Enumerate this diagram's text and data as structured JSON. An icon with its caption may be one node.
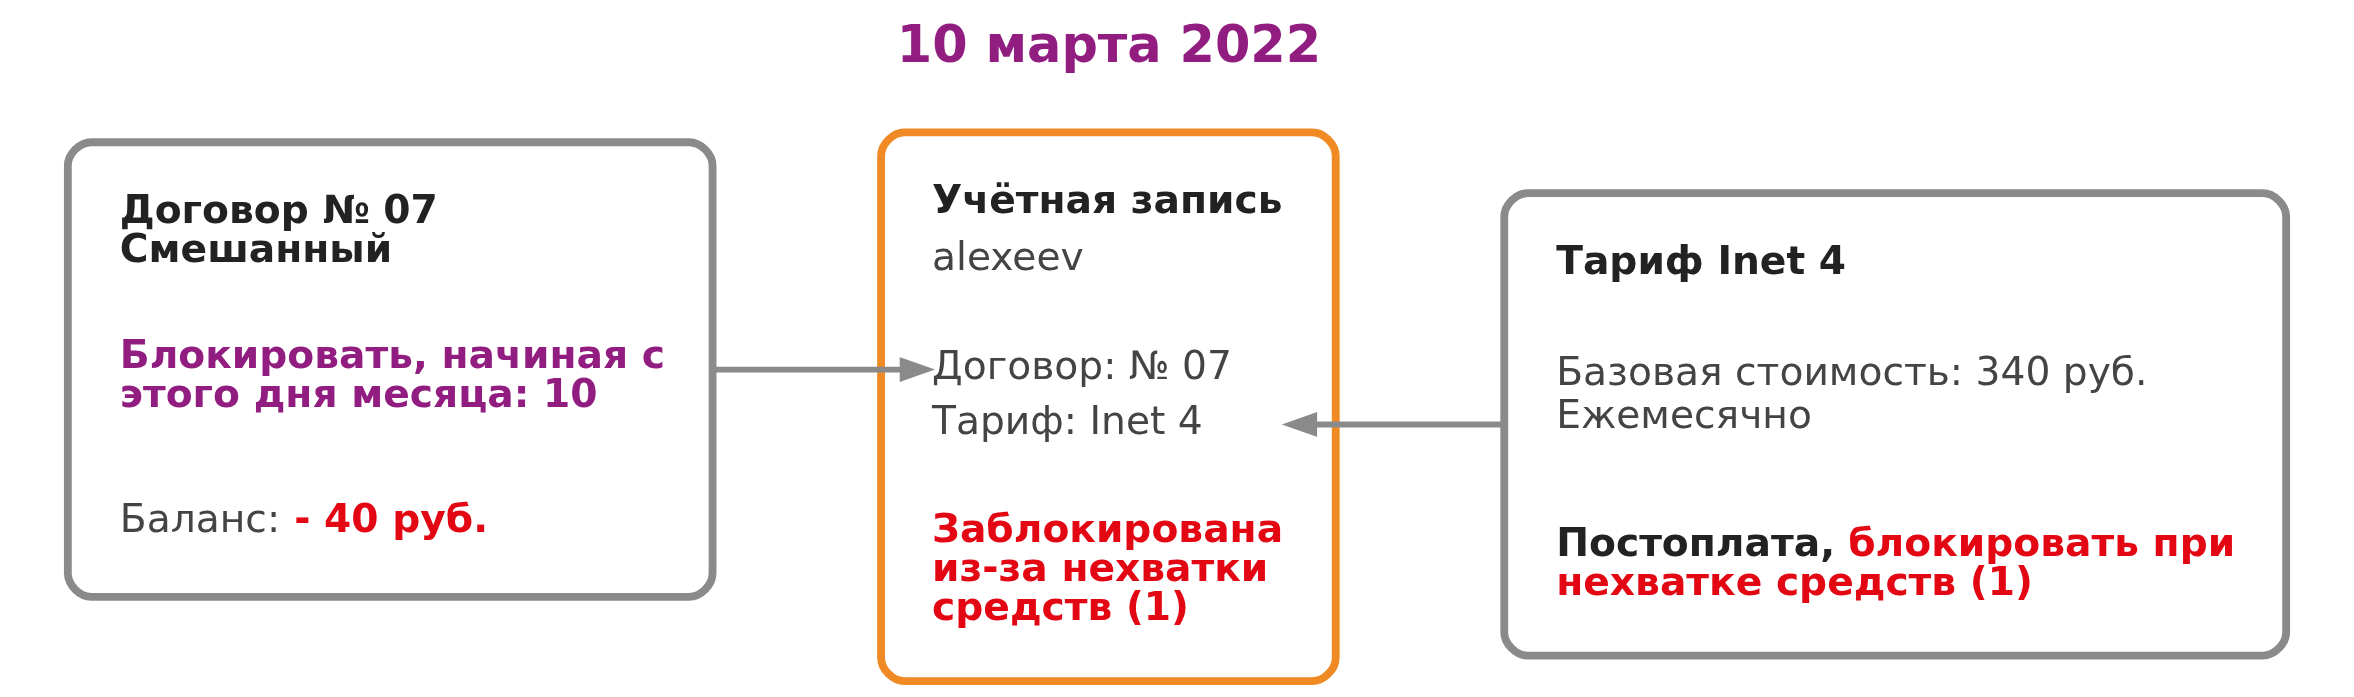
{
  "diagram": {
    "nodes": [
      {
        "text": [
          "Договор № 07 Смешанный",
          "Блокировать, начиная с этого дня месяца: 10",
          "Баланс:",
          "- 40 руб."
        ]
      },
      {
        "text": [
          "Учётная запись",
          "alexeev",
          "Договор: № 07",
          "Тариф: Inet 4",
          "Заблокирована из-за нехватки средств (1)"
        ],
        "beside": [
          "10 марта 2022"
        ]
      },
      {
        "text": [
          "Тариф Inet 4",
          "Базовая стоимость: 340 руб. Ежемесячно",
          "Постоплата,",
          "блокировать при нехватке средств (1)"
        ]
      }
    ],
    "edges": [
      {
        "from": 0,
        "to": 1,
        "arrow": "to"
      },
      {
        "from": 2,
        "to": 1,
        "arrow": "to"
      }
    ]
  }
}
